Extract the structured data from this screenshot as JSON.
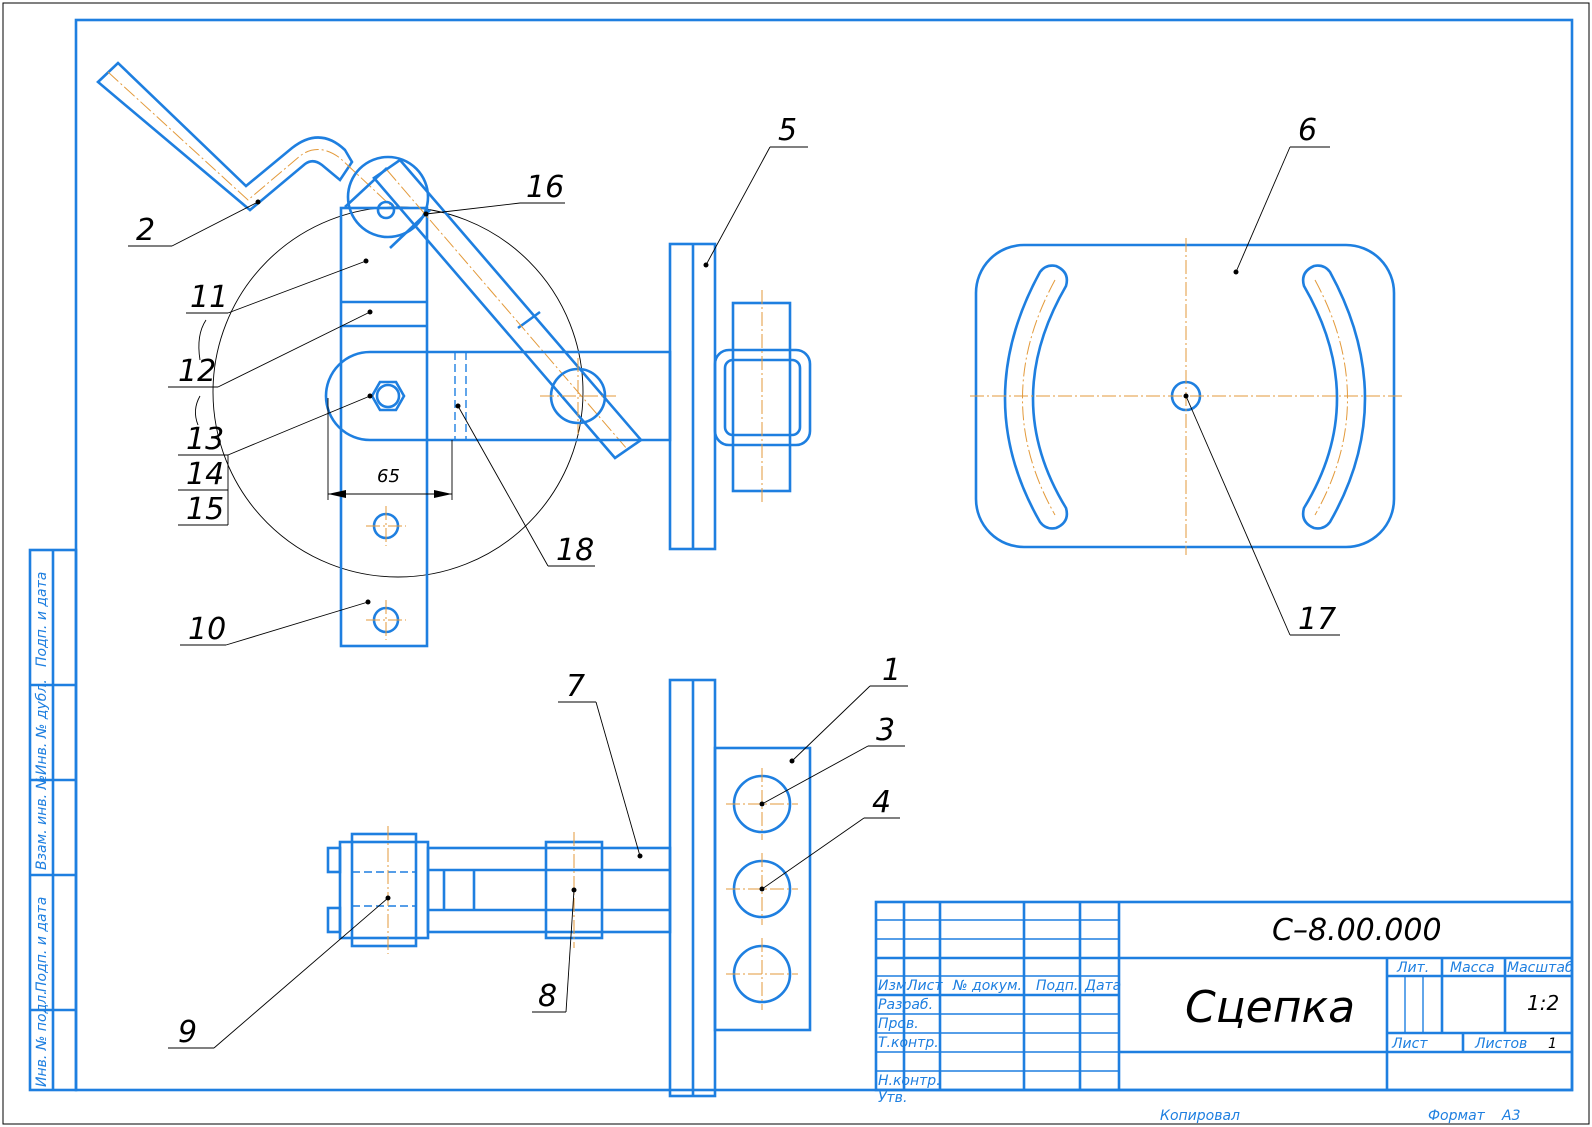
{
  "labels": {
    "l1": "1",
    "l2": "2",
    "l3": "3",
    "l4": "4",
    "l5": "5",
    "l6": "6",
    "l7": "7",
    "l8": "8",
    "l9": "9",
    "l10": "10",
    "l11": "11",
    "l12": "12",
    "l13": "13",
    "l14": "14",
    "l15": "15",
    "l16": "16",
    "l17": "17",
    "l18": "18"
  },
  "dimension": "65",
  "title_block": {
    "designation": "С–8.00.000",
    "name": "Сцепка",
    "izm": "Изм.",
    "list": "Лист",
    "doc_no": "№ докум.",
    "sign": "Подп.",
    "date": "Дата",
    "razrab": "Разраб.",
    "prov": "Пров.",
    "tkontr": "Т.контр.",
    "nkontr": "Н.контр.",
    "utv": "Утв.",
    "lit": "Лит.",
    "massa": "Масса",
    "masshtab": "Масштаб",
    "scale_value": "1:2",
    "sheet": "Лист",
    "sheets": "Листов",
    "sheets_value": "1"
  },
  "side_stamp": {
    "podp_data_top": "Подп. и дата",
    "inv_dubl": "Инв. № дубл.",
    "vzam_inv": "Взам. инв. №",
    "podp_data_bottom": "Подп. и дата",
    "inv_podl": "Инв. № подл."
  },
  "footer": {
    "kopiroval": "Копировал",
    "format": "Формат",
    "format_value": "А3"
  },
  "colors": {
    "line": "#1e7fe0",
    "axis": "#e39a3b",
    "text": "#000000"
  }
}
